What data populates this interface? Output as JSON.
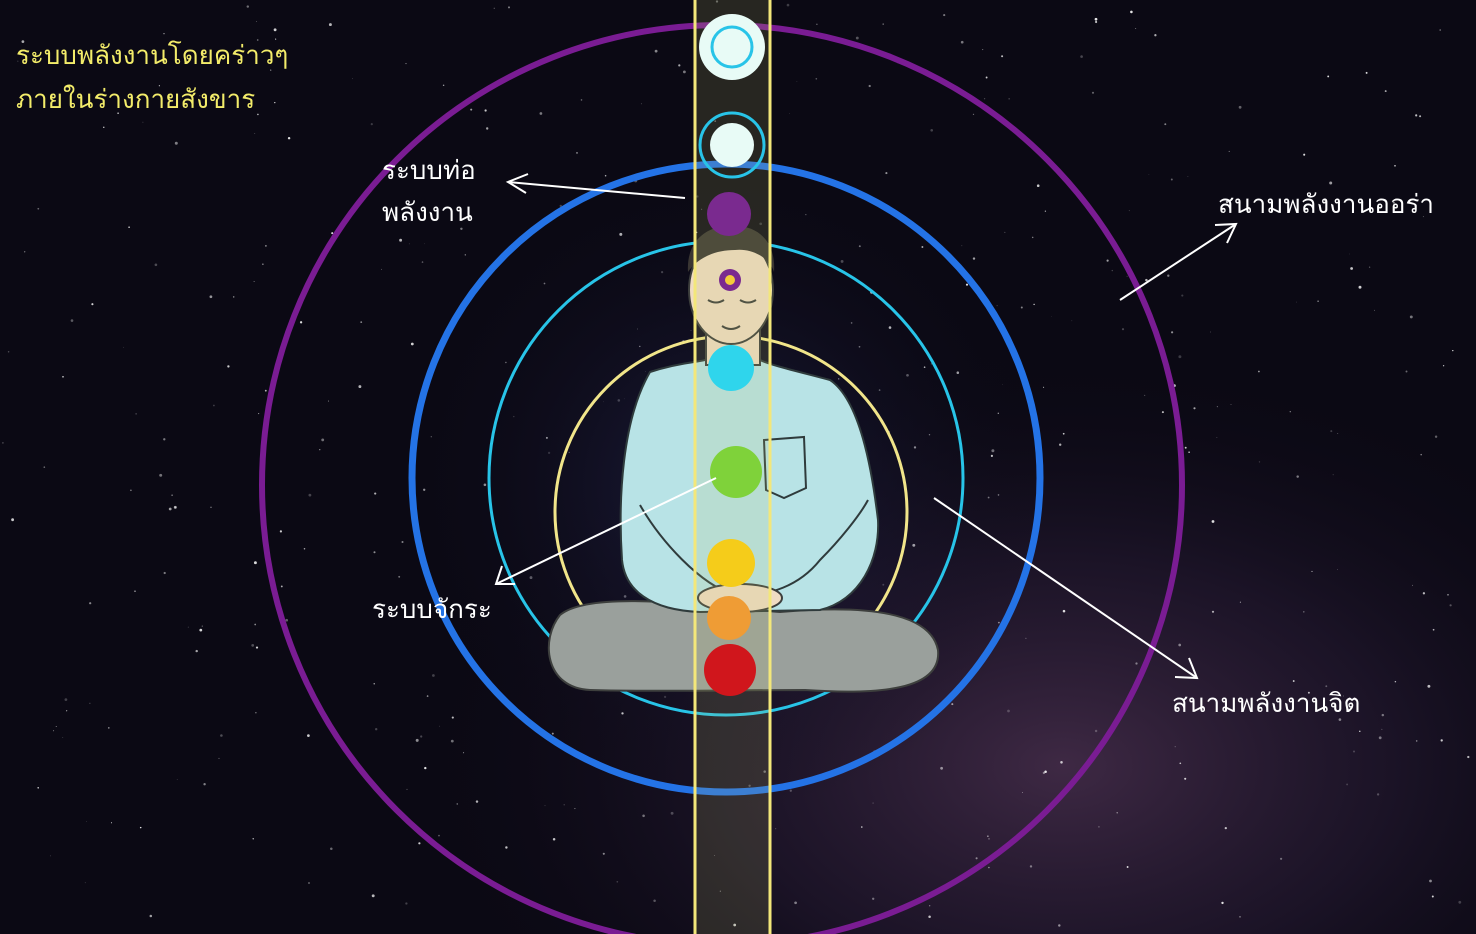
{
  "title": {
    "line1": "ระบบพลังงานโดยคร่าวๆ",
    "line2": "ภายในร่างกายสังขาร"
  },
  "labels": {
    "channel_line1": "ระบบท่อ",
    "channel_line2": "พลังงาน",
    "chakra": "ระบบจักระ",
    "aura_field": "สนามพลังงานออร่า",
    "mind_field": "สนามพลังงานจิต"
  },
  "colors": {
    "aura_ring": "#7a1c93",
    "outer_blue_ring": "#2473e6",
    "inner_cyan_ring": "#28c4e8",
    "yellow_ring": "#f1e58a",
    "channel_border": "#f3e77a",
    "title_text": "#f3ec6a"
  },
  "chakras": [
    {
      "name": "crown-outer",
      "color": "#e8fbf6",
      "ring": "#28c4e8"
    },
    {
      "name": "crown-inner",
      "color": "#e8fbf6",
      "ring": "#28c4e8"
    },
    {
      "name": "crown",
      "color": "#7a2a8f"
    },
    {
      "name": "third-eye",
      "color": "#7a2a8f"
    },
    {
      "name": "throat",
      "color": "#2fd5ec"
    },
    {
      "name": "heart",
      "color": "#7fd23a"
    },
    {
      "name": "solar-plexus",
      "color": "#f5cc1a"
    },
    {
      "name": "sacral",
      "color": "#ef9c35"
    },
    {
      "name": "root",
      "color": "#d0161c"
    }
  ]
}
